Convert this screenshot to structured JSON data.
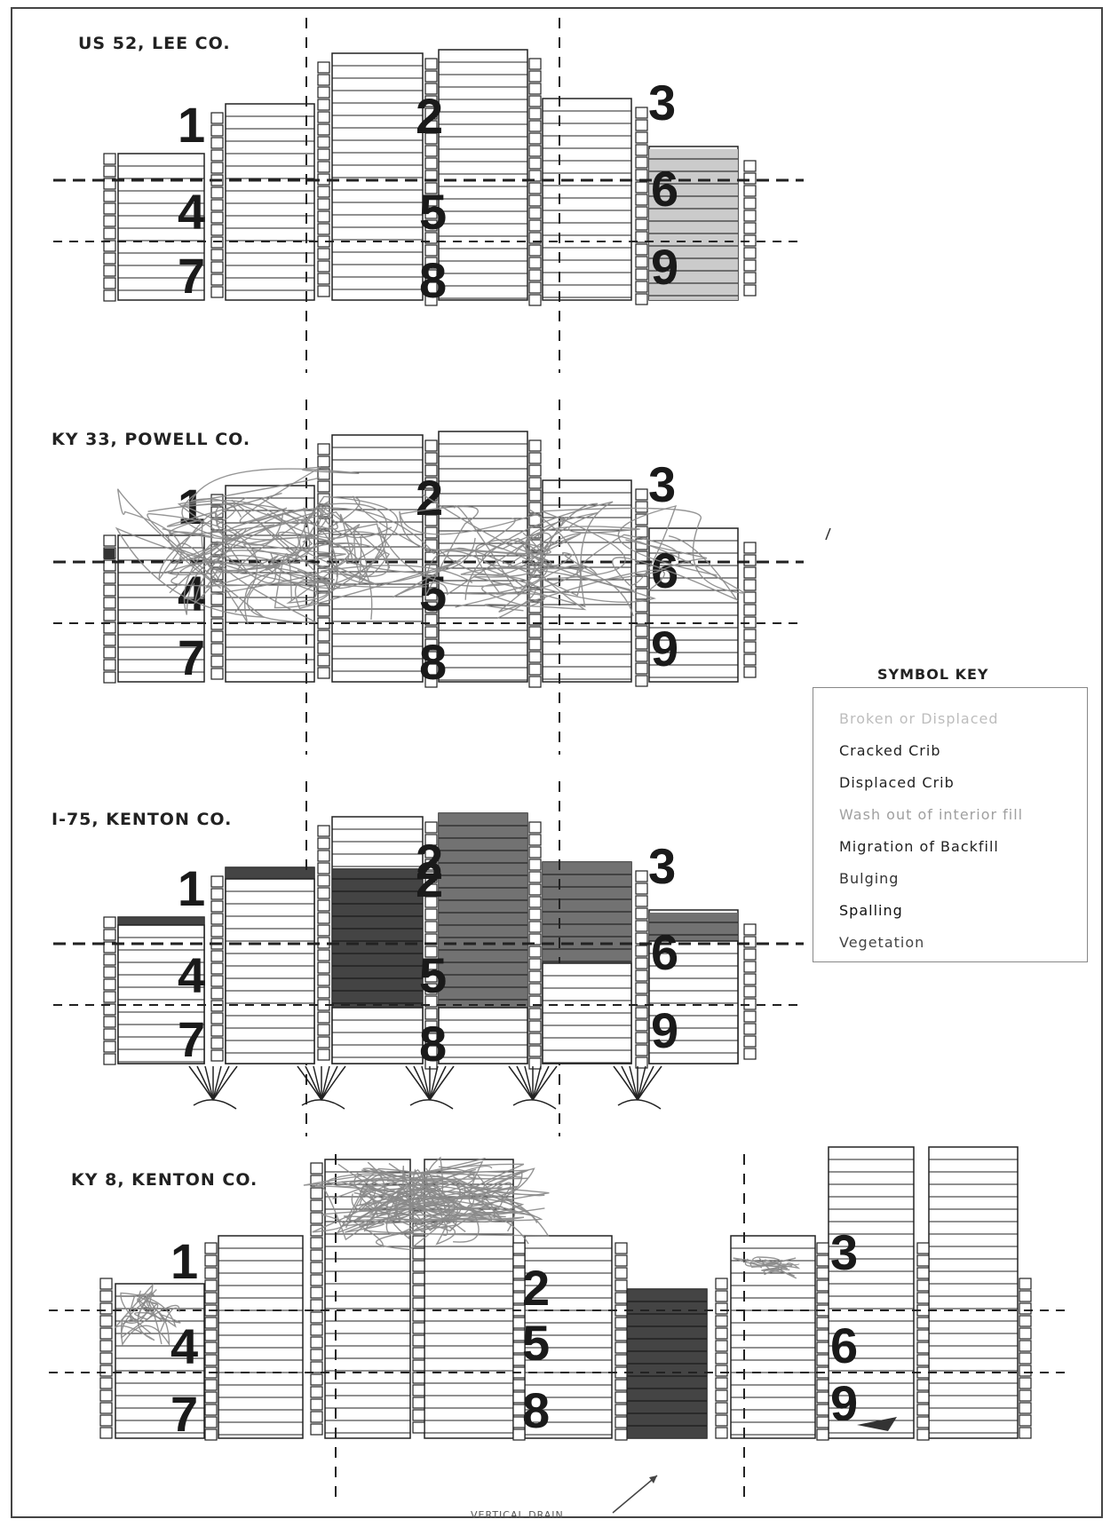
{
  "panels": [
    {
      "title": "US 52, LEE CO."
    },
    {
      "title": "KY 33, POWELL CO."
    },
    {
      "title": "I-75, KENTON CO."
    },
    {
      "title": "KY 8, KENTON CO."
    }
  ],
  "zone_numbers": [
    "1",
    "2",
    "3",
    "4",
    "5",
    "6",
    "7",
    "8",
    "9"
  ],
  "symbol_key": {
    "title": "SYMBOL KEY",
    "items": [
      {
        "label": "Broken or Displaced",
        "color": "#bdbdbd"
      },
      {
        "label": "Cracked Crib",
        "color": "#222222"
      },
      {
        "label": "Displaced Crib",
        "color": "#222222"
      },
      {
        "label": "Wash out of interior fill",
        "color": "#a0a0a0"
      },
      {
        "label": "Migration of Backfill",
        "color": "#222222"
      },
      {
        "label": "Bulging",
        "color": "#333333"
      },
      {
        "label": "Spalling",
        "color": "#111111"
      },
      {
        "label": "Vegetation",
        "color": "#444444"
      }
    ]
  },
  "annotations": {
    "vertical_drain": "VERTICAL DRAIN"
  },
  "colors": {
    "light_fill": "#c8c8c8",
    "dark_fill": "#3a3a3a",
    "mid_fill": "#6a6a6a",
    "line": "#222222",
    "scribble": "#8a8a8a"
  }
}
